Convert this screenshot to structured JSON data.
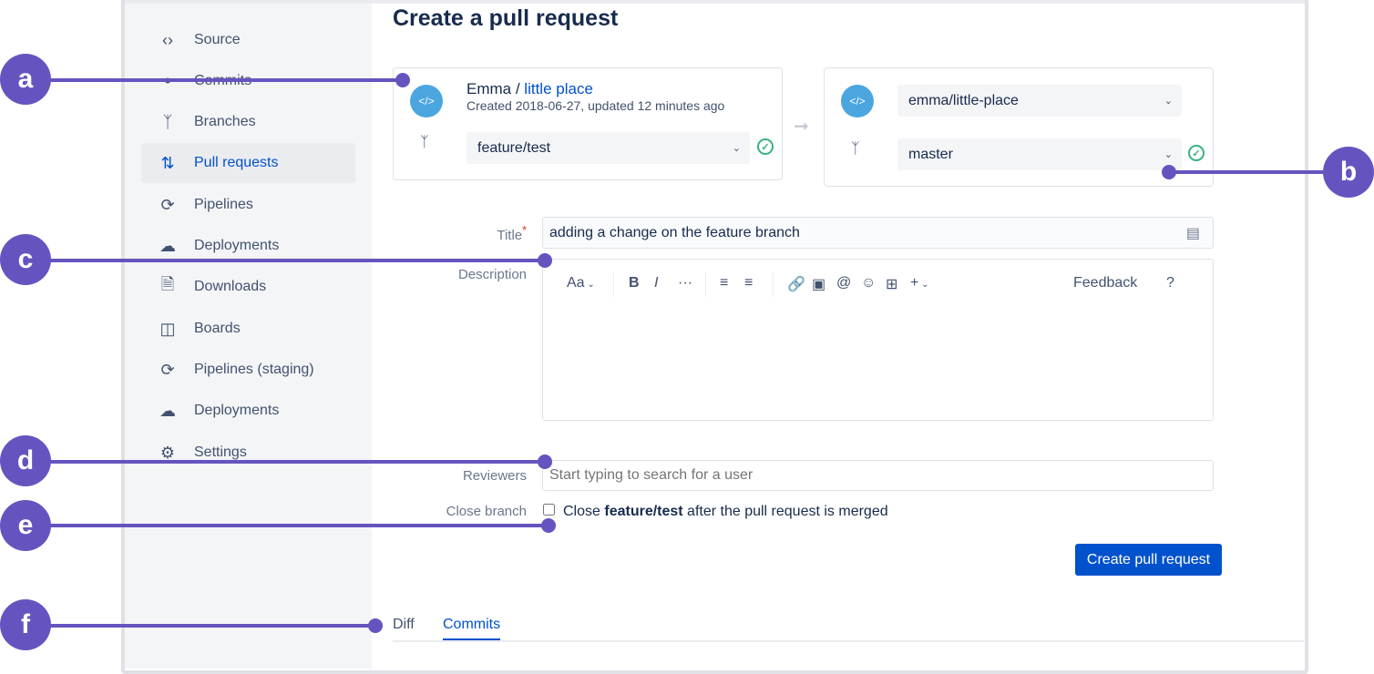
{
  "sidebar": {
    "items": [
      {
        "label": "Source",
        "icon": "code-icon"
      },
      {
        "label": "Commits",
        "icon": "commit-icon"
      },
      {
        "label": "Branches",
        "icon": "branch-icon"
      },
      {
        "label": "Pull requests",
        "icon": "pull-request-icon",
        "active": true
      },
      {
        "label": "Pipelines",
        "icon": "pipelines-icon"
      },
      {
        "label": "Deployments",
        "icon": "cloud-upload-icon"
      },
      {
        "label": "Downloads",
        "icon": "file-icon"
      },
      {
        "label": "Boards",
        "icon": "board-icon"
      },
      {
        "label": "Pipelines (staging)",
        "icon": "pipelines-icon"
      },
      {
        "label": "Deployments",
        "icon": "cloud-upload-icon"
      },
      {
        "label": "Settings",
        "icon": "gear-icon"
      }
    ]
  },
  "page": {
    "title": "Create a pull request"
  },
  "source": {
    "owner": "Emma",
    "separator": " / ",
    "repo": "little place",
    "meta": "Created 2018-06-27, updated 12 minutes ago",
    "branch": "feature/test"
  },
  "destination": {
    "repo": "emma/little-place",
    "branch": "master"
  },
  "form": {
    "title_label": "Title",
    "title_value": "adding a change on the feature branch",
    "description_label": "Description",
    "toolbar": {
      "text_style": "Aa",
      "feedback": "Feedback",
      "help": "?"
    },
    "reviewers_label": "Reviewers",
    "reviewers_placeholder": "Start typing to search for a user",
    "close_label": "Close branch",
    "close_pre": "Close ",
    "close_branch": "feature/test",
    "close_post": " after the pull request is merged",
    "close_checked": false,
    "submit": "Create pull request"
  },
  "tabs": [
    {
      "label": "Diff"
    },
    {
      "label": "Commits",
      "active": true
    }
  ],
  "callouts": [
    "a",
    "b",
    "c",
    "d",
    "e",
    "f"
  ],
  "colors": {
    "accent": "#0052cc",
    "callout": "#6554c0",
    "success": "#36b37e"
  }
}
